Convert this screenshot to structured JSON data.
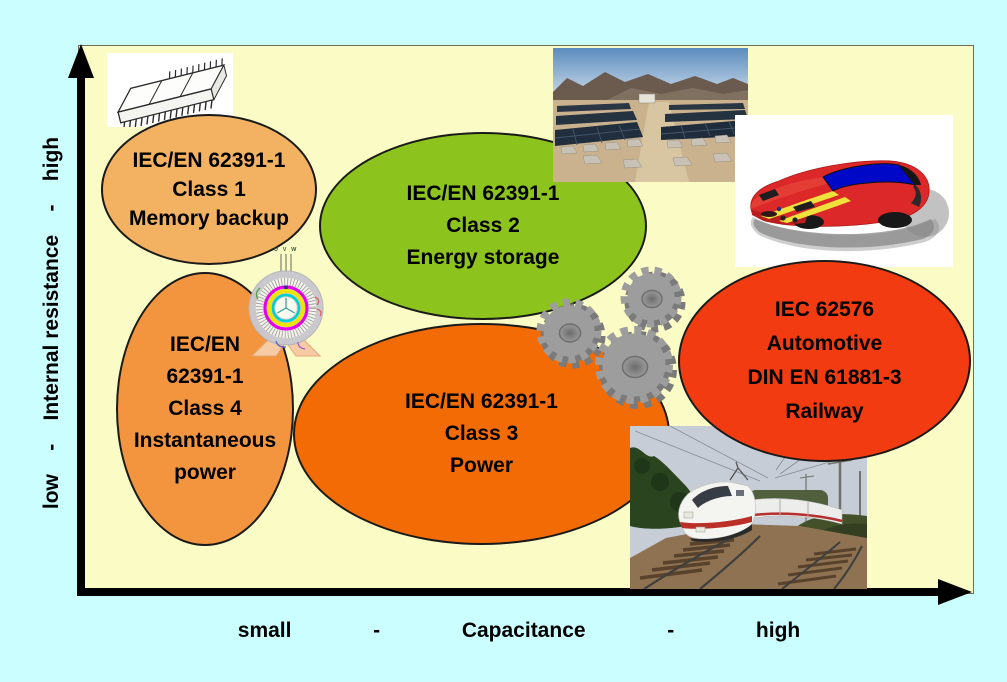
{
  "colors": {
    "page_background": "#CBFEFF",
    "plot_background": "#FBFBC5",
    "axis_color": "#000000",
    "ellipse_outline": "#1A1A1A",
    "class1_fill": "#F2B261",
    "class2_fill": "#8CC41D",
    "class3_fill": "#F26B05",
    "class4_fill": "#F3953F",
    "automotive_railway_fill": "#F23B10"
  },
  "axes": {
    "y_label": "low    -    Internal resistance    -    high",
    "x_label": "small              -              Capacitance              -              high"
  },
  "ellipses": {
    "class1": {
      "lines": [
        "IEC/EN 62391-1",
        "Class 1",
        "Memory backup"
      ],
      "fill": "#F2B261"
    },
    "class2": {
      "lines": [
        "IEC/EN 62391-1",
        "Class 2",
        "Energy storage"
      ],
      "fill": "#8CC41D"
    },
    "class4": {
      "lines": [
        "IEC/EN",
        "62391-1",
        "Class 4",
        "Instantaneous",
        "power"
      ],
      "fill": "#F3953F"
    },
    "class3": {
      "lines": [
        "IEC/EN 62391-1",
        "Class 3",
        "Power"
      ],
      "fill": "#F26B05"
    },
    "automotive_railway": {
      "lines": [
        "IEC 62576",
        "Automotive",
        "DIN EN 61881-3",
        "Railway"
      ],
      "fill": "#F23B10"
    }
  },
  "motor": {
    "terminals": "U V W"
  },
  "images": {
    "chip": "memory-chip",
    "solar": "solar-panel-farm",
    "car": "red-sports-car",
    "motor": "motor-winding-diagram",
    "gears": "gear-train",
    "train": "high-speed-train"
  }
}
